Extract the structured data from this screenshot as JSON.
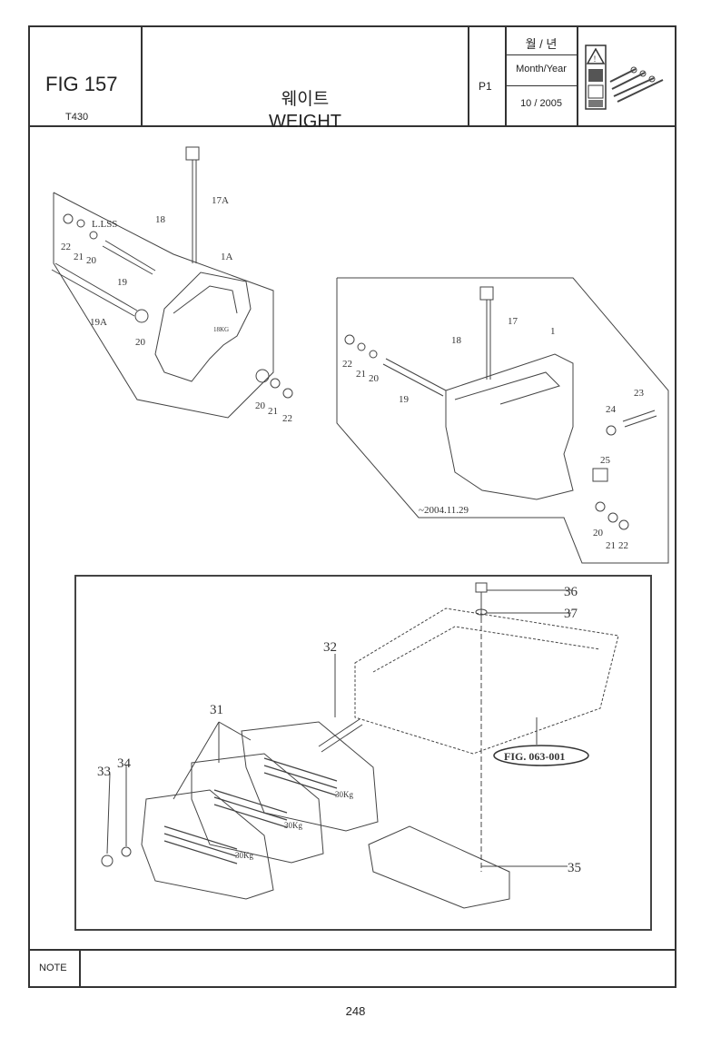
{
  "header": {
    "fig_label": "FIG 157",
    "model": "T430",
    "title_ko": "웨이트",
    "title_en": "WEIGHT",
    "page_code": "P1",
    "date_header_ko": "월 / 년",
    "date_header_en": "Month/Year",
    "date_value": "10 / 2005"
  },
  "diagram_labels": {
    "left_group": [
      "17A",
      "18",
      "L.LSS",
      "22",
      "21",
      "20",
      "19",
      "1A",
      "19A",
      "20",
      "20",
      "21",
      "22"
    ],
    "right_group": [
      "17",
      "1",
      "18",
      "22",
      "21",
      "20",
      "19",
      "24",
      "23",
      "25",
      "20",
      "21",
      "22"
    ],
    "right_date": "~2004.11.29",
    "bottom_group": [
      "36",
      "37",
      "32",
      "31",
      "33",
      "34",
      "35"
    ],
    "fig_ref": "FIG. 063-001",
    "weight_tag": "30Kg",
    "small_weight_tag": "18KG"
  },
  "footer": {
    "note_label": "NOTE",
    "page_number": "248"
  }
}
